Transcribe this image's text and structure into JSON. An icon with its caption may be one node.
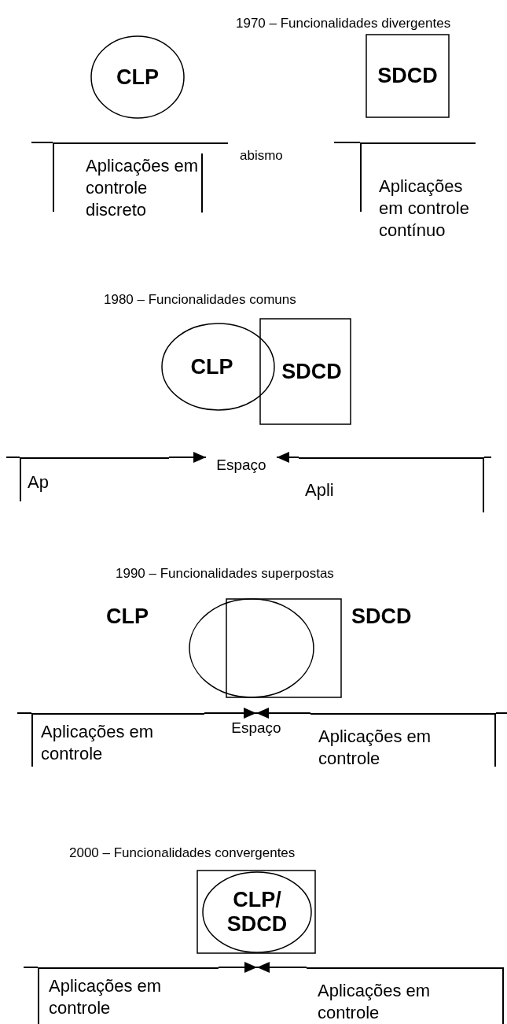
{
  "diagram": {
    "nodes": [
      {
        "text": [
          "CLP"
        ]
      },
      {
        "text": [
          "SDCD"
        ]
      },
      {
        "text": [
          "Aplicações em controle discreto"
        ]
      },
      {
        "text": [
          "Aplicações em controle contínuo"
        ]
      },
      {
        "text": [
          "CLP"
        ]
      },
      {
        "text": [
          "SDCD"
        ]
      },
      {
        "text": [
          "Ap"
        ]
      },
      {
        "text": [
          "Espaço"
        ]
      },
      {
        "text": [
          "Apli"
        ]
      },
      {
        "text": [
          "CLP"
        ]
      },
      {
        "text": [
          "SDCD"
        ]
      },
      {
        "text": [
          "Aplicações em controle"
        ]
      },
      {
        "text": [
          "Espaço"
        ]
      },
      {
        "text": [
          "Aplicações em controle"
        ]
      },
      {
        "text": [],
        "shape": "box"
      },
      {
        "text": [
          "CLP/ SDCD"
        ],
        "in": 14
      },
      {
        "text": [
          "Aplicações em controle"
        ]
      },
      {
        "text": [
          "Aplicações em controle"
        ]
      }
    ],
    "edges": [
      {
        "from": 6,
        "to": 7,
        "arrow": "to"
      },
      {
        "from": 8,
        "to": 7,
        "arrow": "to"
      },
      {
        "from": 11,
        "to": 12,
        "arrow": "to"
      },
      {
        "from": 13,
        "to": 12,
        "arrow": "to"
      },
      {
        "from": 16,
        "to": 15,
        "arrow": "to"
      },
      {
        "from": 17,
        "to": 15,
        "arrow": "to"
      }
    ],
    "labels": [
      "1970 – Funcionalidades divergentes",
      "abismo",
      "1980 – Funcionalidades comuns",
      "1990 – Funcionalidades superpostas",
      "2000 – Funcionalidades convergentes"
    ]
  }
}
